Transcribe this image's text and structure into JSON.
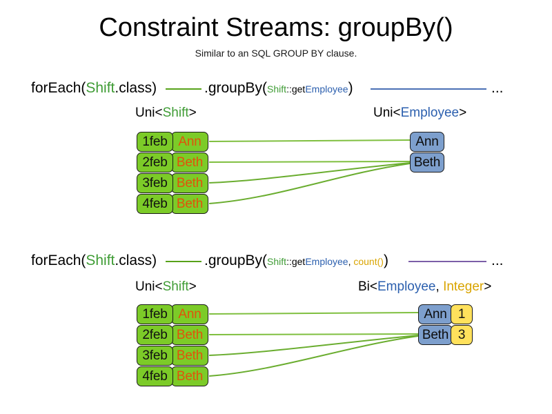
{
  "header": {
    "title": "Constraint Streams: groupBy()",
    "subtitle": "Similar to an SQL GROUP BY clause."
  },
  "colors": {
    "shift_green": "#7ccb28",
    "shift_name_orange": "#e0530b",
    "employee_blue": "#7d9fcd",
    "count_yellow": "#ffe15c",
    "keyword_green": "#3f9c35",
    "keyword_blue": "#2b5fae",
    "keyword_gold": "#d9a400",
    "link_green": "#57a219",
    "rule_blue": "#4a6fb5",
    "rule_purple": "#7b5ea7"
  },
  "sections": [
    {
      "id": "groupby-single",
      "code": {
        "for_each": "forEach(",
        "for_each_type": "Shift",
        "for_each_tail": ".class)",
        "group_by": ".groupBy(",
        "mapper_type": "Shift",
        "mapper_method": "::getEmployee",
        "mapper_method_plain": "::get",
        "mapper_method_highlight": "Employee",
        "group_by_tail": ")",
        "ellipsis": "..."
      },
      "left_label": {
        "prefix": "Uni<",
        "type": "Shift",
        "suffix": ">"
      },
      "right_label": {
        "prefix": "Uni<",
        "type": "Employee",
        "suffix": ">"
      },
      "shifts": [
        {
          "date": "1feb",
          "employee": "Ann"
        },
        {
          "date": "2feb",
          "employee": "Beth"
        },
        {
          "date": "3feb",
          "employee": "Beth"
        },
        {
          "date": "4feb",
          "employee": "Beth"
        }
      ],
      "results": [
        {
          "employee": "Ann"
        },
        {
          "employee": "Beth"
        }
      ]
    },
    {
      "id": "groupby-count",
      "code": {
        "for_each": "forEach(",
        "for_each_type": "Shift",
        "for_each_tail": ".class)",
        "group_by": ".groupBy(",
        "mapper_type": "Shift",
        "mapper_method_plain": "::get",
        "mapper_method_highlight": "Employee",
        "separator": ", ",
        "collector": "count()",
        "group_by_tail": ")",
        "ellipsis": "..."
      },
      "left_label": {
        "prefix": "Uni<",
        "type": "Shift",
        "suffix": ">"
      },
      "right_label": {
        "prefix": "Bi<",
        "type": "Employee",
        "separator": ", ",
        "type2": "Integer",
        "suffix": ">"
      },
      "shifts": [
        {
          "date": "1feb",
          "employee": "Ann"
        },
        {
          "date": "2feb",
          "employee": "Beth"
        },
        {
          "date": "3feb",
          "employee": "Beth"
        },
        {
          "date": "4feb",
          "employee": "Beth"
        }
      ],
      "results": [
        {
          "employee": "Ann",
          "count": "1"
        },
        {
          "employee": "Beth",
          "count": "3"
        }
      ]
    }
  ]
}
